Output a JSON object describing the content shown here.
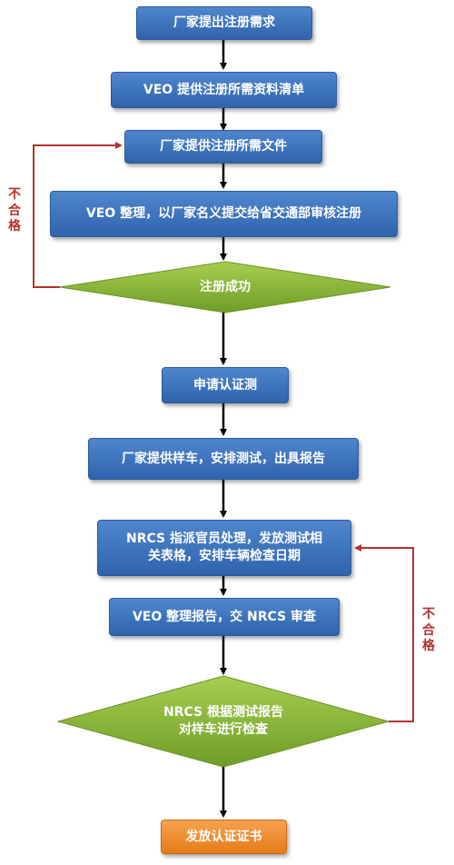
{
  "steps": {
    "s1": "厂家提出注册需求",
    "s2": "VEO 提供注册所需资料清单",
    "s3": "厂家提供注册所需文件",
    "s4": "VEO 整理，以厂家名义提交给省交通部审核注册",
    "d1": "注册成功",
    "s5": "申请认证测",
    "s6": "厂家提供样车，安排测试，出具报告",
    "s7_line1": "NRCS 指派官员处理，发放测试相",
    "s7_line2": "关表格，安排车辆检查日期",
    "s8": "VEO 整理报告，交 NRCS 审查",
    "d2_line1": "NRCS 根据测试报告",
    "d2_line2": "对样车进行检查",
    "s9": "发放认证证书"
  },
  "fail_labels": {
    "left": [
      "不",
      "合",
      "格"
    ],
    "right": [
      "不",
      "合",
      "格"
    ]
  },
  "colors": {
    "process_box": "#3a72bd",
    "decision": "#8dbb3a",
    "final_box": "#f08c2e",
    "arrow": "#000000",
    "fail_line": "#b3312e"
  }
}
